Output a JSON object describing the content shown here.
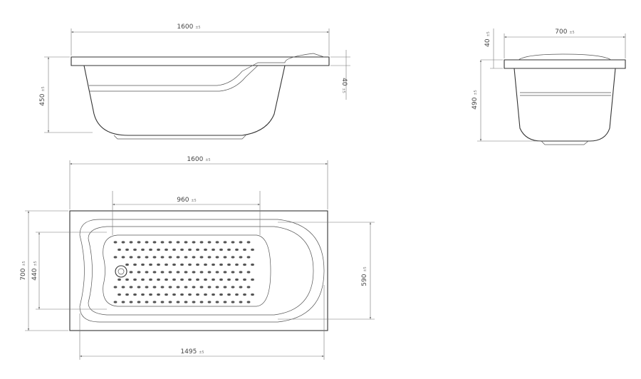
{
  "dimensions": {
    "side_length": {
      "value": "1600",
      "tol": "±5"
    },
    "side_height": {
      "value": "450",
      "tol": "±5"
    },
    "side_rim": {
      "value": "40",
      "tol": "±5"
    },
    "end_width": {
      "value": "700",
      "tol": "±5"
    },
    "end_rim": {
      "value": "40",
      "tol": "±5"
    },
    "end_height": {
      "value": "490",
      "tol": "±5"
    },
    "top_length": {
      "value": "1600",
      "tol": "±5"
    },
    "top_inner_length": {
      "value": "960",
      "tol": "±5"
    },
    "top_width": {
      "value": "700",
      "tol": "±5"
    },
    "top_inner_width": {
      "value": "440",
      "tol": "±5"
    },
    "top_basin_width": {
      "value": "590",
      "tol": "±5"
    },
    "top_basin_length": {
      "value": "1495",
      "tol": "±5"
    }
  },
  "colors": {
    "line": "#333333",
    "dimension": "#777777",
    "background": "#ffffff"
  }
}
